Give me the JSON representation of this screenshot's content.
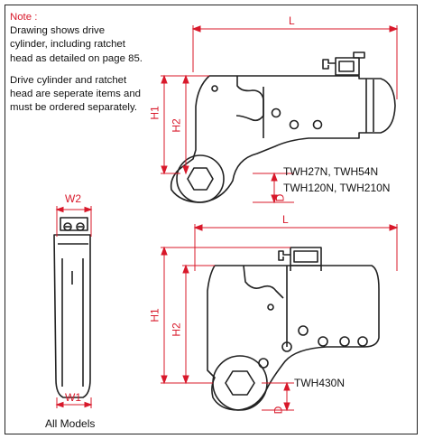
{
  "note": {
    "title": "Note :",
    "paragraph1": "Drawing shows drive cylinder, including ratchet head as detailed on page 85.",
    "paragraph2": "Drive cylinder and ratchet head are seperate items and must be ordered separately."
  },
  "top_drawing": {
    "dimension_labels": {
      "length": "L",
      "height1": "H1",
      "height2": "H2",
      "depth": "D"
    },
    "models_line1": "TWH27N, TWH54N",
    "models_line2": "TWH120N, TWH210N"
  },
  "bottom_drawing": {
    "dimension_labels": {
      "length": "L",
      "height1": "H1",
      "height2": "H2",
      "depth": "D"
    },
    "model": "TWH430N"
  },
  "side_view": {
    "dimension_labels": {
      "top_width": "W2",
      "bottom_width": "W1"
    },
    "caption": "All Models"
  },
  "colors": {
    "dimension": "#d8182a",
    "outline": "#222222",
    "frame": "#222222",
    "text": "#111111"
  }
}
